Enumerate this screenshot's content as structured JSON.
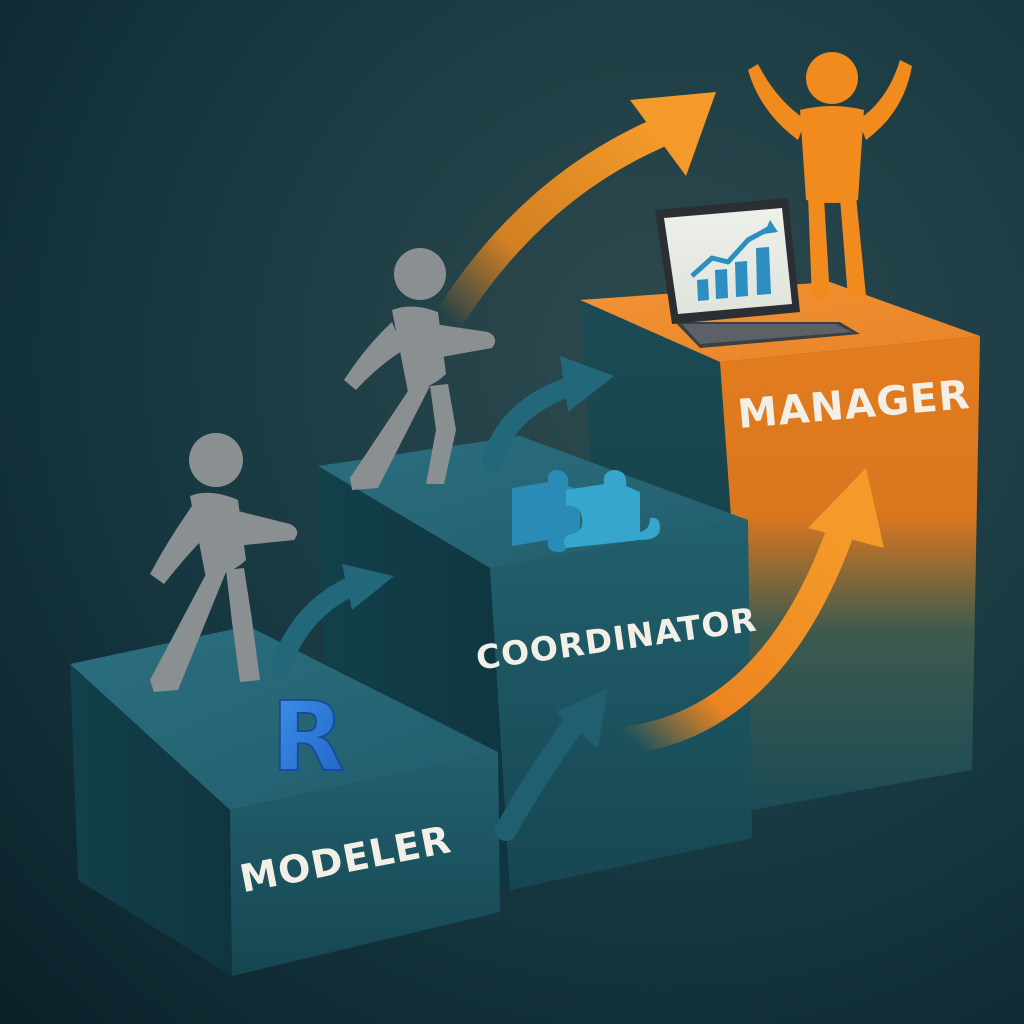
{
  "steps": [
    {
      "label": "MODELER",
      "icon": "revit-r-icon",
      "icon_text": "R"
    },
    {
      "label": "COORDINATOR",
      "icon": "puzzle-icon"
    },
    {
      "label": "MANAGER",
      "icon": "laptop-growth-chart-icon"
    }
  ],
  "colors": {
    "background": "#0f2a33",
    "step_teal": "#1d5664",
    "step_orange": "#e6801f",
    "arrow_orange": "#f08a1c",
    "arrow_teal": "#22687a",
    "figure_gray": "#8a8f92",
    "figure_orange": "#f28b1e",
    "label_text": "#f2efe6"
  }
}
